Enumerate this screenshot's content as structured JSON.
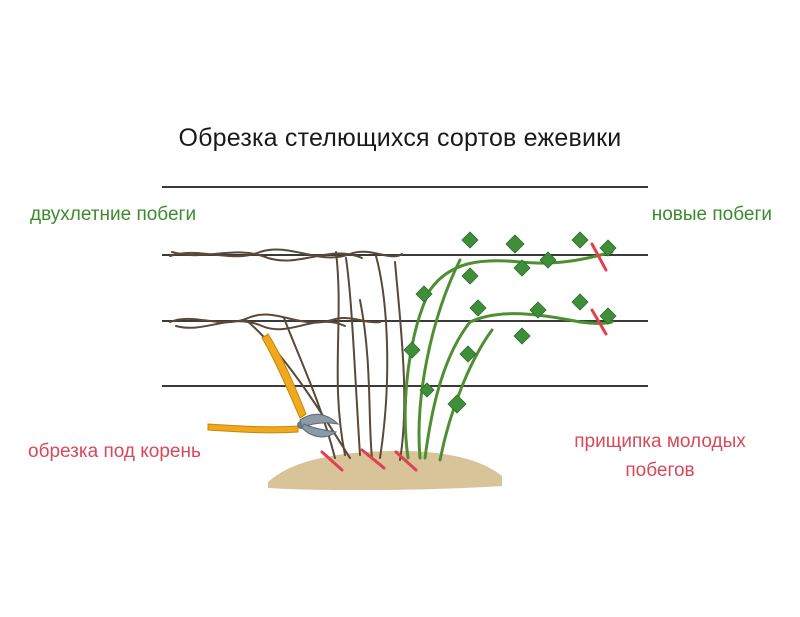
{
  "title": "Обрезка стелющихся сортов ежевики",
  "labels": {
    "old_shoots": "двухлетние побеги",
    "new_shoots": "новые побеги",
    "root_cut": "обрезка под корень",
    "pinching": "прищипка молодых побегов"
  },
  "colors": {
    "title": "#1a1a1a",
    "green_label": "#3c8a2e",
    "red_label": "#d8485a",
    "trellis_wire": "#3a3a3a",
    "old_cane": "#5a4838",
    "new_cane": "#4f8f34",
    "leaf": "#3f8e3a",
    "cut_mark": "#e0404f",
    "soil": "#d9c49a",
    "pruner_handle": "#f0a91c",
    "pruner_blade": "#8c9aa8"
  }
}
